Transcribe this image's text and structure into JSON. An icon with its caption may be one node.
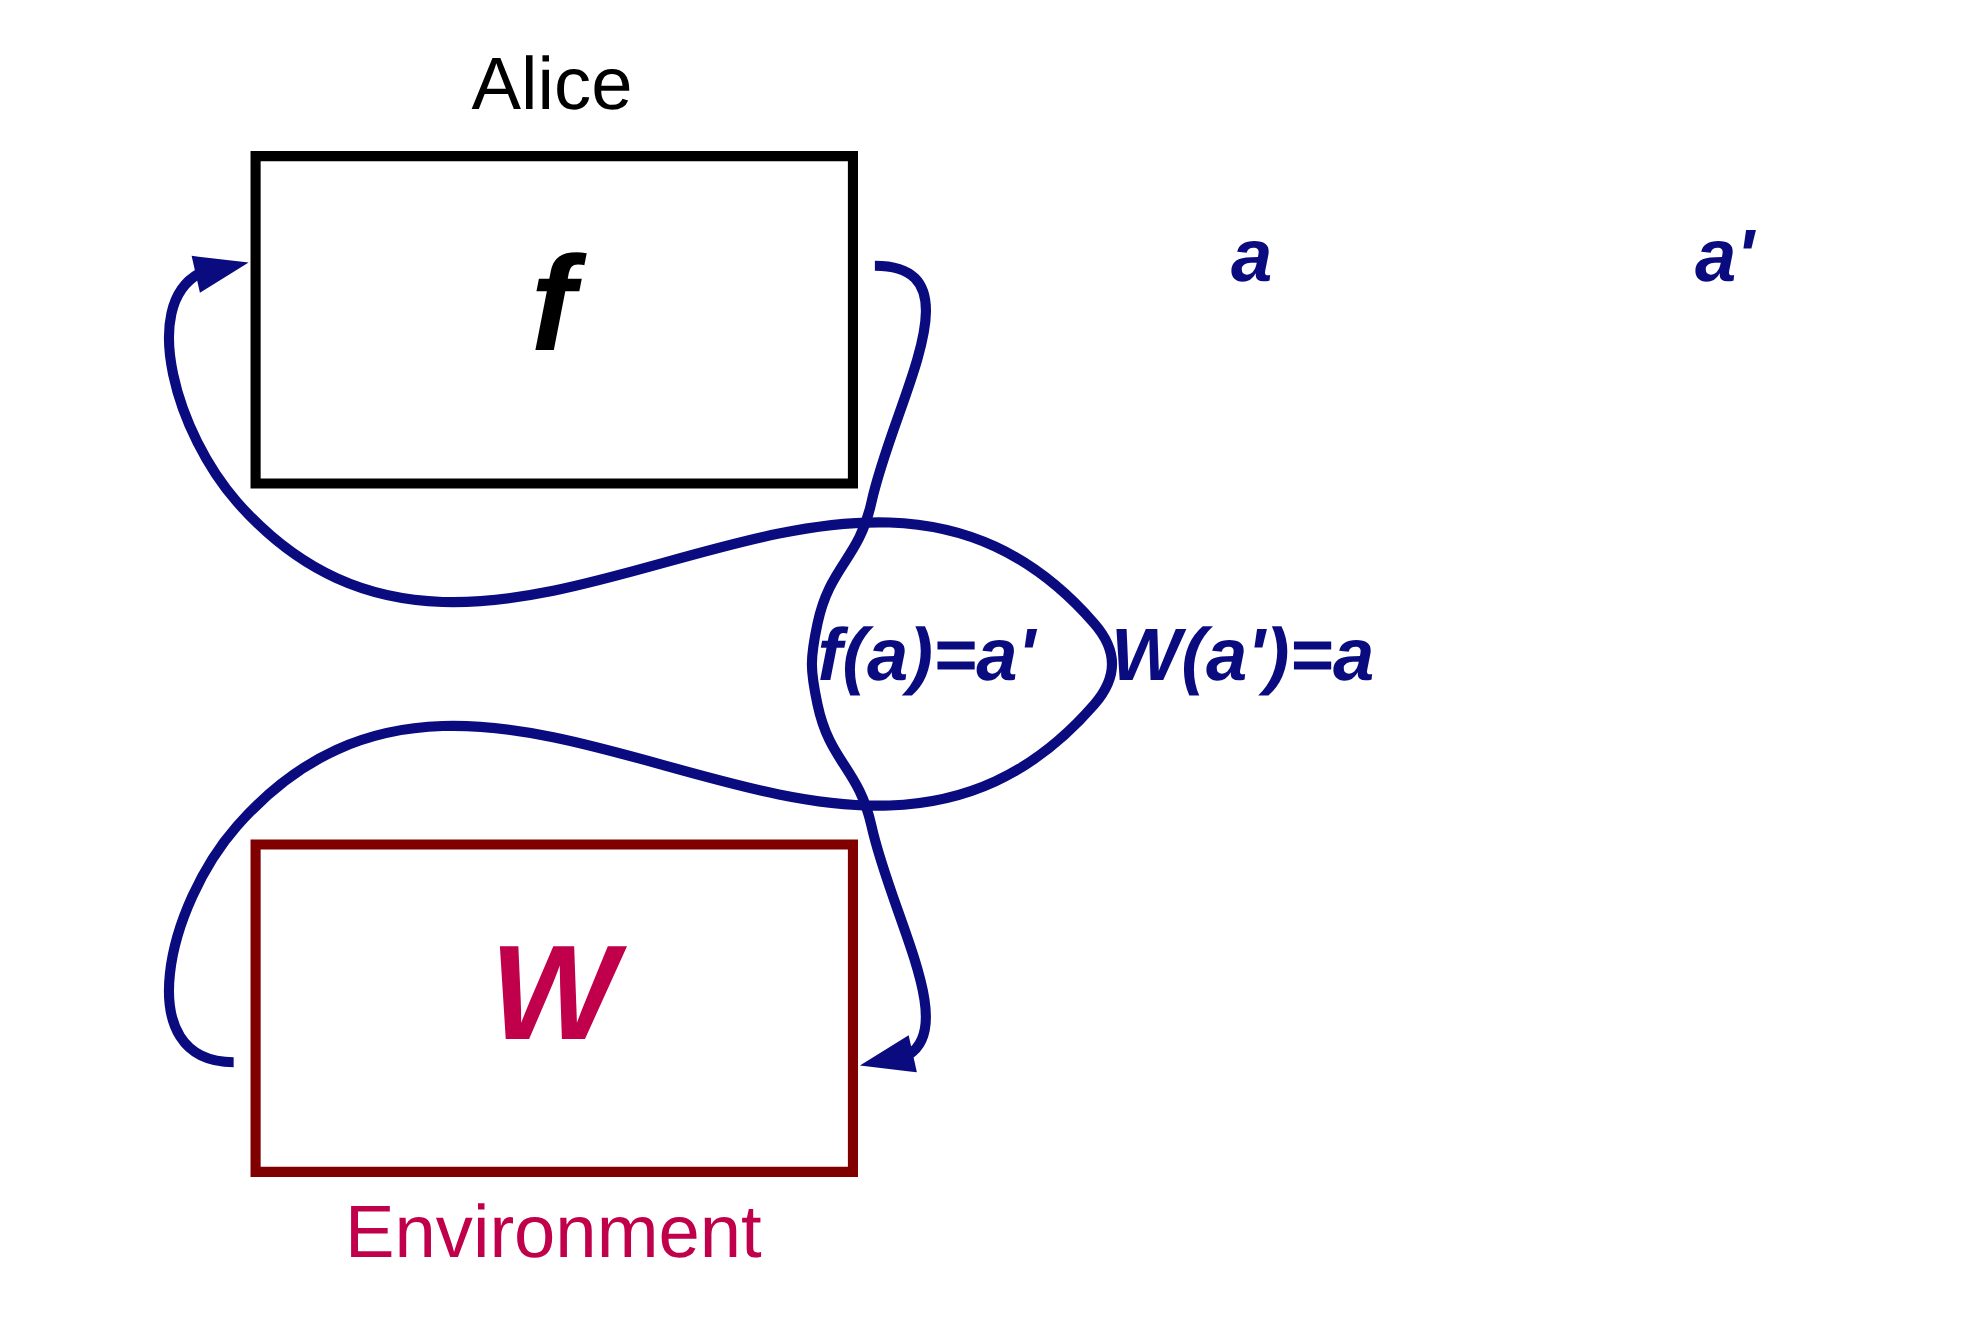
{
  "diagram": {
    "nodes": [
      {
        "text": [
          "Alice",
          "f"
        ]
      },
      {
        "text": [
          "W",
          "Environment"
        ]
      }
    ],
    "edges": [
      {
        "from": 0,
        "to": 1,
        "arrow": "to",
        "label": "f(a)=a'"
      },
      {
        "from": 1,
        "to": 0,
        "arrow": "to",
        "label": "W(a')=a"
      }
    ],
    "labels": [
      "a",
      "a'"
    ]
  }
}
